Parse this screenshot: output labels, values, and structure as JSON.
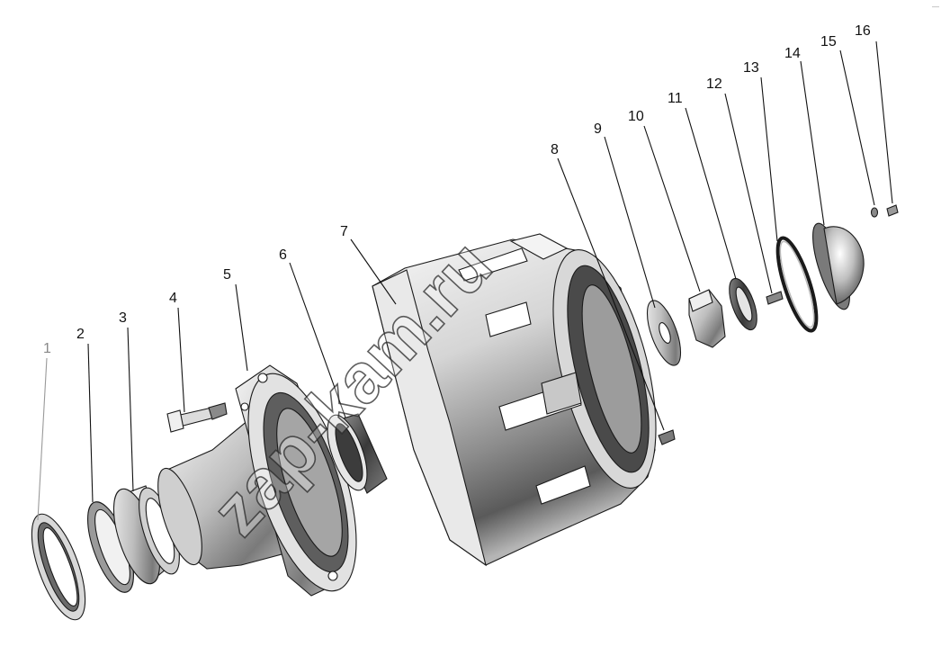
{
  "diagram": {
    "watermark": "zap-kam.ru",
    "corner_mark": "—",
    "parts": [
      {
        "id": "1",
        "label": "1",
        "faded": true
      },
      {
        "id": "2",
        "label": "2"
      },
      {
        "id": "3",
        "label": "3"
      },
      {
        "id": "4",
        "label": "4"
      },
      {
        "id": "5",
        "label": "5"
      },
      {
        "id": "6",
        "label": "6"
      },
      {
        "id": "7",
        "label": "7"
      },
      {
        "id": "8",
        "label": "8"
      },
      {
        "id": "9",
        "label": "9"
      },
      {
        "id": "10",
        "label": "10"
      },
      {
        "id": "11",
        "label": "11"
      },
      {
        "id": "12",
        "label": "12"
      },
      {
        "id": "13",
        "label": "13"
      },
      {
        "id": "14",
        "label": "14"
      },
      {
        "id": "15",
        "label": "15"
      },
      {
        "id": "16",
        "label": "16"
      }
    ]
  }
}
